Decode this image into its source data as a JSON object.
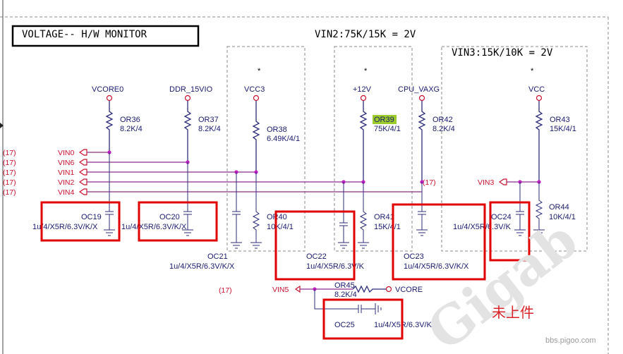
{
  "title": "VOLTAGE-- H/W MONITOR",
  "notes": {
    "vin2": "VIN2:75K/15K = 2V",
    "vin3": "VIN3:15K/10K = 2V"
  },
  "asterisk": "*",
  "rails": {
    "vcore0": "VCORE0",
    "ddr": "DDR_15VIO",
    "vcc3": "VCC3",
    "p12v": "+12V",
    "cpu_vaxg": "CPU_VAXG",
    "vcc": "VCC",
    "vcore": "VCORE"
  },
  "resistors": {
    "or36": {
      "ref": "OR36",
      "val": "8.2K/4"
    },
    "or37": {
      "ref": "OR37",
      "val": "8.2K/4"
    },
    "or38": {
      "ref": "OR38",
      "val": "6.49K/4/1"
    },
    "or39": {
      "ref": "OR39",
      "val": "75K/4/1"
    },
    "or42": {
      "ref": "OR42",
      "val": "8.2K/4"
    },
    "or43": {
      "ref": "OR43",
      "val": "15K/4/1"
    },
    "or40": {
      "ref": "OR40",
      "val": "10K/4/1"
    },
    "or41": {
      "ref": "OR41",
      "val": "15K/4/1"
    },
    "or44": {
      "ref": "OR44",
      "val": "10K/4/1"
    },
    "or45": {
      "ref": "OR45",
      "val": "8.2K/4"
    }
  },
  "capacitors": {
    "oc19": {
      "ref": "OC19",
      "val": "1u/4/X5R/6.3V/K/X"
    },
    "oc20": {
      "ref": "OC20",
      "val": "1u/4/X5R/6.3V/K/X"
    },
    "oc21": {
      "ref": "OC21",
      "val": "1u/4/X5R/6.3V/K/X"
    },
    "oc22": {
      "ref": "OC22",
      "val": "1u/4/X5R/6.3V/K"
    },
    "oc23": {
      "ref": "OC23",
      "val": "1u/4/X5R/6.3V/K/X"
    },
    "oc24": {
      "ref": "OC24",
      "val": "1u/4/X5R/6.3V/K"
    },
    "oc25": {
      "ref": "OC25",
      "val": "1u/4/X5R/6.3V/K/X"
    }
  },
  "nets": {
    "vin0": "VIN0",
    "vin6": "VIN6",
    "vin1": "VIN1",
    "vin2": "VIN2",
    "vin4": "VIN4",
    "vin3": "VIN3",
    "vin5": "VIN5",
    "ref": "(17)"
  },
  "watermark": {
    "brand": "Gigab",
    "stamp": "未上件",
    "site": "bbs.pigoo.com"
  },
  "colors": {
    "wire": "#2c2c7a",
    "net_label": "#c8102e",
    "highlight_box": "#e00000",
    "junction": "#c21fc2",
    "ref_highlight": "#9ccc2c"
  }
}
